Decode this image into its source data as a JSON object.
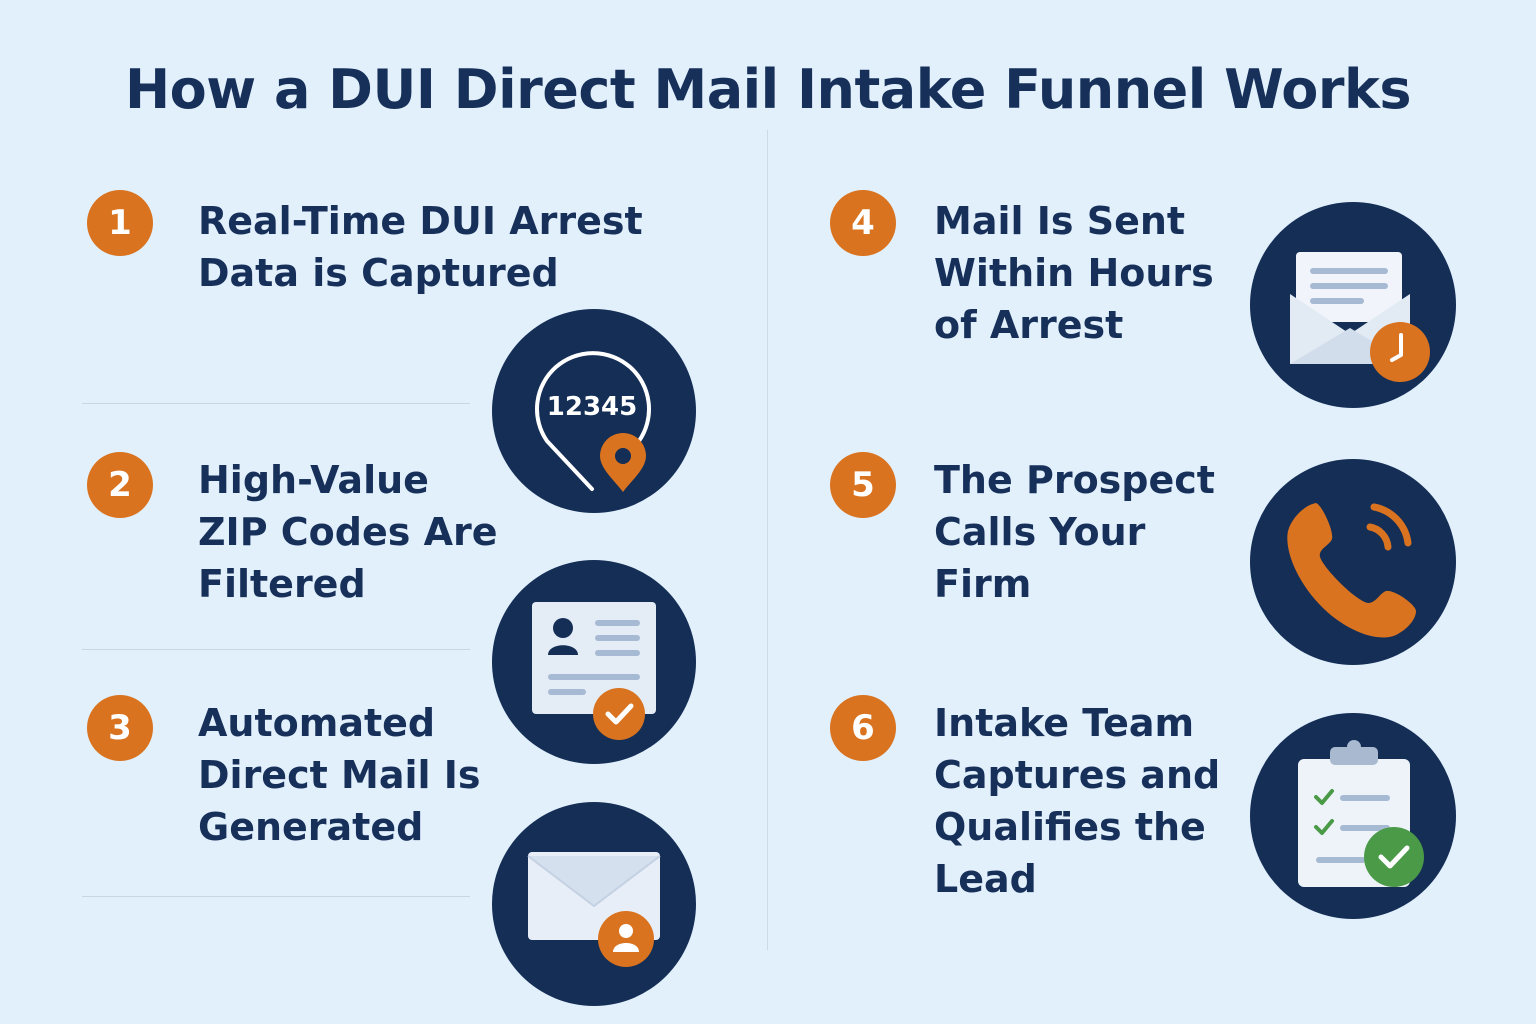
{
  "title": "How a DUI Direct Mail Intake Funnel Works",
  "colors": {
    "background": "#e2f0fc",
    "navy": "#142e56",
    "accent_orange": "#d9731f",
    "check_green": "#4a9a48"
  },
  "steps": [
    {
      "number": "1",
      "lines": [
        "Real-Time DUI Arrest",
        "Data is Captured"
      ],
      "icon": "map-pin-zip-icon",
      "icon_text": "12345"
    },
    {
      "number": "2",
      "lines": [
        "High-Value",
        "ZIP Codes Are",
        "Filtered"
      ],
      "icon": "profile-card-check-icon"
    },
    {
      "number": "3",
      "lines": [
        "Automated",
        "Direct Mail Is",
        "Generated"
      ],
      "icon": "envelope-person-icon"
    },
    {
      "number": "4",
      "lines": [
        "Mail Is Sent",
        "Within Hours",
        "of Arrest"
      ],
      "icon": "envelope-clock-icon"
    },
    {
      "number": "5",
      "lines": [
        "The Prospect",
        "Calls Your",
        "Firm"
      ],
      "icon": "phone-call-icon"
    },
    {
      "number": "6",
      "lines": [
        "Intake Team",
        "Captures and",
        "Qualifies the",
        "Lead"
      ],
      "icon": "clipboard-check-icon"
    }
  ]
}
